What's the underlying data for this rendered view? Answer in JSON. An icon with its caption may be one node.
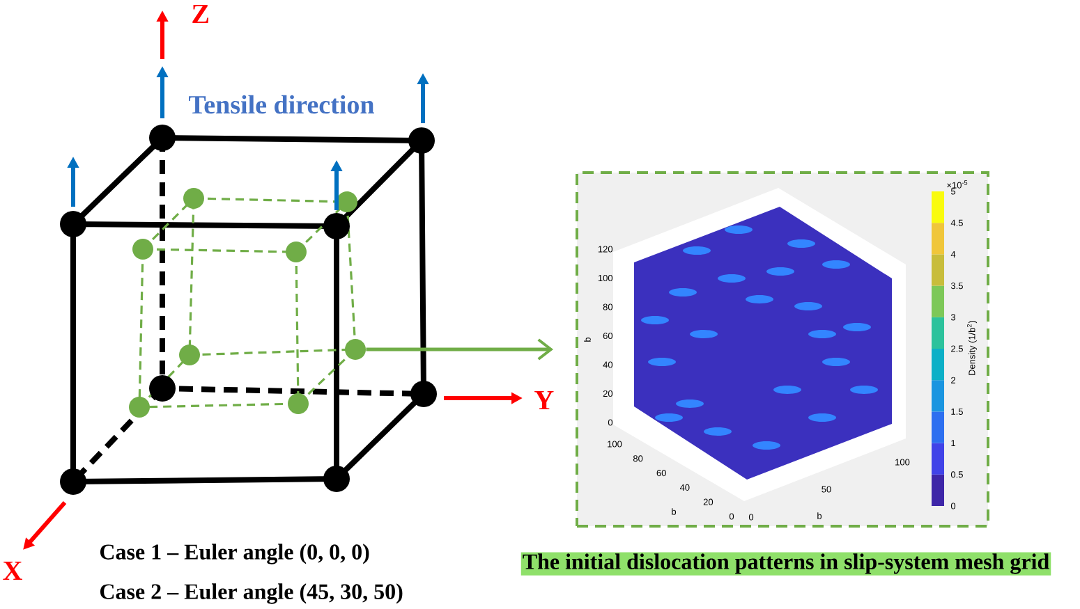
{
  "diagram": {
    "caption": "The initial dislocation patterns in slip-system mesh grid",
    "nodes": [
      {
        "text": [],
        "shape": "circle"
      },
      {
        "text": [],
        "shape": "box"
      }
    ],
    "edges": [
      {
        "from": 0,
        "to": 1,
        "arrow": "to",
        "color": "#70ad47"
      }
    ],
    "labels": [
      "Z",
      "Tensile direction",
      "Y",
      "X",
      "Case 1 – Euler angle (0, 0, 0)",
      "Case 2 – Euler angle (45, 30, 50)",
      "×10$^{-5}$",
      "5",
      "4.5",
      "4",
      "3.5",
      "3",
      "2.5",
      "2",
      "1.5",
      "1",
      "0.5",
      "0",
      "Density (1/b$^{2}$)",
      "120",
      "100",
      "80",
      "60",
      "40",
      "20",
      "0",
      "b",
      "100",
      "80",
      "60",
      "40",
      "20",
      "0",
      "b",
      "0",
      "50",
      "100",
      "b"
    ]
  }
}
